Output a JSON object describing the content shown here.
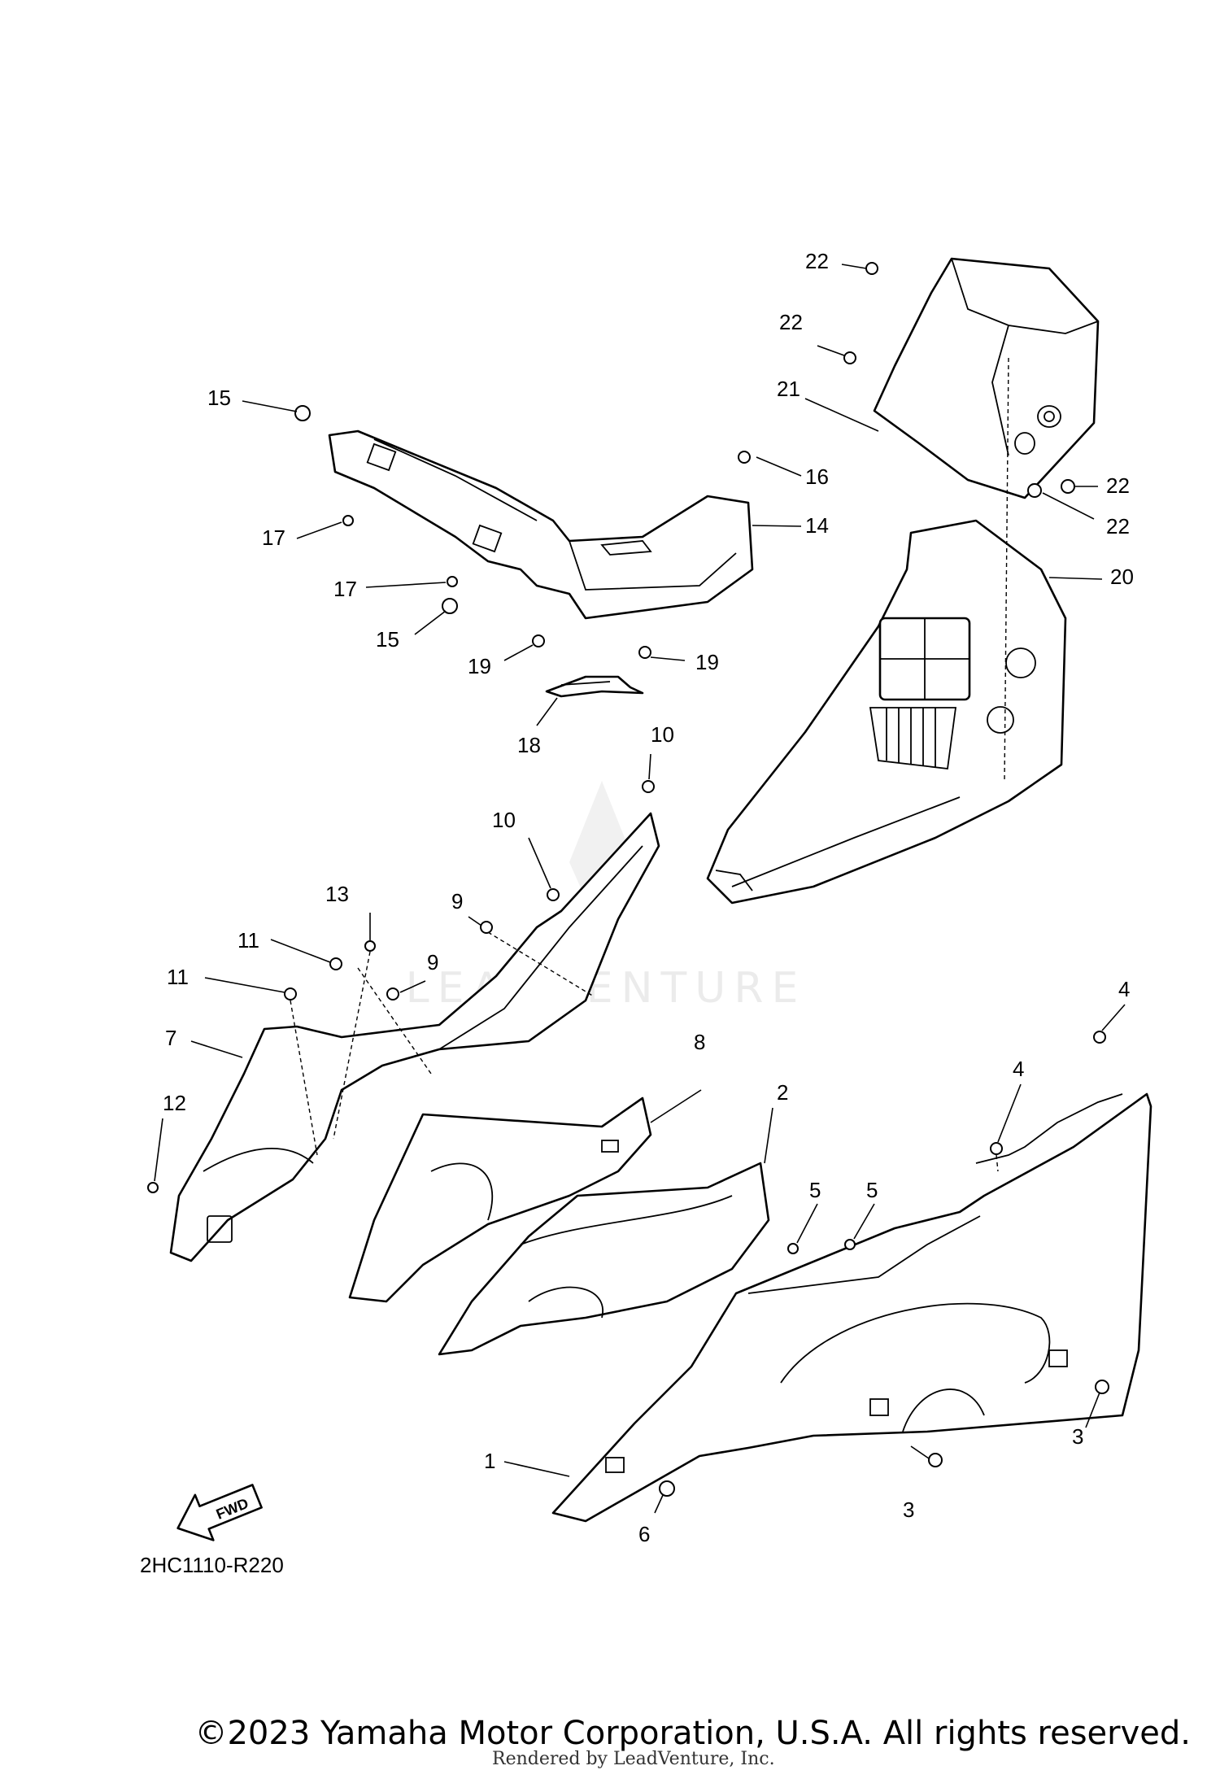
{
  "diagram_code": "2HC1110-R220",
  "fwd_label": "FWD",
  "watermark_text": "LEADVENTURE",
  "copyright": "©2023 Yamaha Motor Corporation, U.S.A. All rights reserved.",
  "rendered_by": "Rendered by LeadVenture, Inc.",
  "callouts": {
    "c1": "1",
    "c2": "2",
    "c3a": "3",
    "c3b": "3",
    "c4a": "4",
    "c4b": "4",
    "c5a": "5",
    "c5b": "5",
    "c6": "6",
    "c7": "7",
    "c8": "8",
    "c9a": "9",
    "c9b": "9",
    "c10a": "10",
    "c10b": "10",
    "c11a": "11",
    "c11b": "11",
    "c12": "12",
    "c13": "13",
    "c14": "14",
    "c15a": "15",
    "c15b": "15",
    "c16": "16",
    "c17a": "17",
    "c17b": "17",
    "c18": "18",
    "c19a": "19",
    "c19b": "19",
    "c20": "20",
    "c21": "21",
    "c22a": "22",
    "c22b": "22",
    "c22c": "22",
    "c22d": "22"
  }
}
